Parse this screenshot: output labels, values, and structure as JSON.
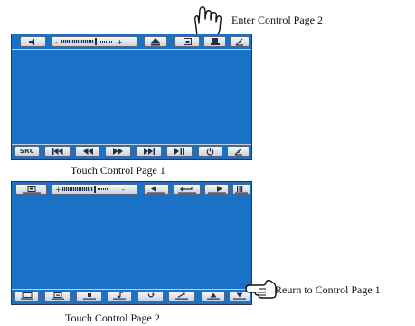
{
  "diagram": {
    "page1": {
      "caption": "Touch Control Page 1",
      "top_buttons": [
        {
          "icon": "volume-icon"
        },
        {
          "icon": "volume-slider-icon"
        },
        {
          "icon": "eject-icon"
        },
        {
          "icon": "display-icon"
        },
        {
          "icon": "page2-icon"
        },
        {
          "icon": "angle-icon"
        }
      ],
      "bottom_buttons": [
        {
          "label": "SRC",
          "icon": "source-icon"
        },
        {
          "icon": "skip-back-icon"
        },
        {
          "icon": "rewind-icon"
        },
        {
          "icon": "fast-forward-icon"
        },
        {
          "icon": "skip-forward-icon"
        },
        {
          "icon": "play-pause-icon"
        },
        {
          "icon": "power-icon"
        },
        {
          "icon": "angle-icon"
        }
      ]
    },
    "page2": {
      "caption": "Touch Control Page 2",
      "top_buttons": [
        {
          "icon": "display-icon"
        },
        {
          "icon": "fine-tune-slider-icon"
        },
        {
          "icon": "arrow-left-icon"
        },
        {
          "icon": "return-icon"
        },
        {
          "icon": "arrow-right-icon"
        },
        {
          "icon": "bars-icon"
        }
      ],
      "bottom_buttons": [
        {
          "icon": "screen-icon"
        },
        {
          "icon": "subtitle-icon"
        },
        {
          "icon": "stop-icon"
        },
        {
          "icon": "music-icon"
        },
        {
          "icon": "repeat-icon"
        },
        {
          "icon": "zoom-icon"
        },
        {
          "icon": "up-icon"
        },
        {
          "icon": "page1-icon"
        }
      ]
    },
    "annotations": {
      "enter_page2": "Enter Control Page 2",
      "return_page1": "Reurn to  Control Page 1"
    }
  }
}
